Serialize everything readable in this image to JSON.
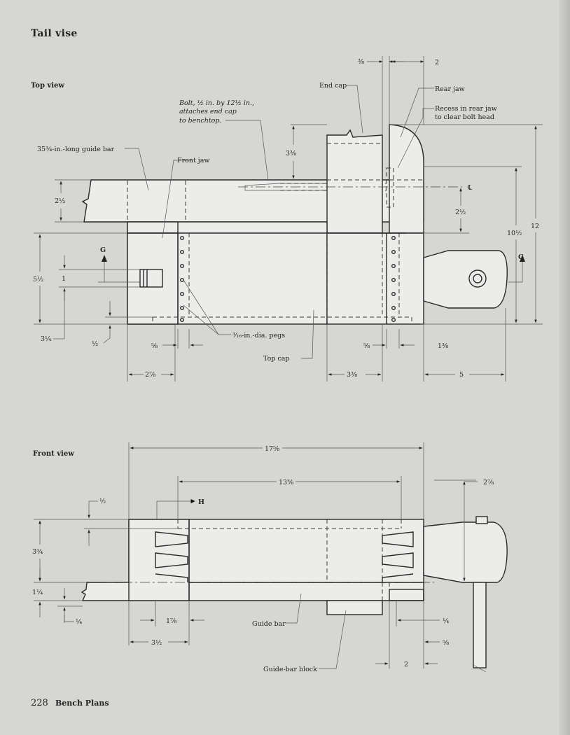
{
  "title": "Tail vise",
  "top_view": {
    "label": "Top view",
    "labels": {
      "end_cap": "End cap",
      "rear_jaw": "Rear jaw",
      "recess_line1": "Recess in rear jaw",
      "recess_line2": "to clear bolt head",
      "bolt_line1": "Bolt, ½ in. by 12½ in.,",
      "bolt_line2": "attaches end cap",
      "bolt_line3": "to benchtop.",
      "guide_bar": "35¾-in.-long guide bar",
      "front_jaw": "Front jaw",
      "pegs": "³⁄₁₆-in.-dia. pegs",
      "top_cap": "Top cap",
      "section_g_left": "G",
      "section_g_right": "G",
      "centerline": "℄"
    },
    "dims": {
      "d_3_8": "³⁄₈",
      "d_2_top": "2",
      "d_3_3_8": "3³⁄₈",
      "d_2_1_2_left": "2½",
      "d_2_1_2_right": "2½",
      "d_10_1_2": "10½",
      "d_12": "12",
      "d_5_1_2": "5½",
      "d_1": "1",
      "d_3_1_4": "3¼",
      "d_1_2": "½",
      "d_5_8_left": "⁵⁄₈",
      "d_5_8_right": "⁵⁄₈",
      "d_1_3_8": "1³⁄₈",
      "d_2_7_8": "2⁷⁄₈",
      "d_3_3_8_bottom": "3³⁄₈",
      "d_5": "5"
    }
  },
  "front_view": {
    "label": "Front view",
    "labels": {
      "section_h": "H",
      "guide_bar": "Guide bar",
      "guide_bar_block": "Guide-bar block"
    },
    "dims": {
      "d_17_5_8": "17⁵⁄₈",
      "d_13_3_8": "13³⁄₈",
      "d_2_7_8": "2⁷⁄₈",
      "d_1_2": "½",
      "d_3_3_4": "3¾",
      "d_1_1_4": "1¼",
      "d_1_4_left": "¼",
      "d_1_7_8": "1⁷⁄₈",
      "d_3_1_2": "3½",
      "d_1_4_right": "¼",
      "d_5_8": "⁵⁄₈",
      "d_2": "2"
    }
  },
  "footer": {
    "page_number": "228",
    "book_title": "Bench Plans"
  }
}
